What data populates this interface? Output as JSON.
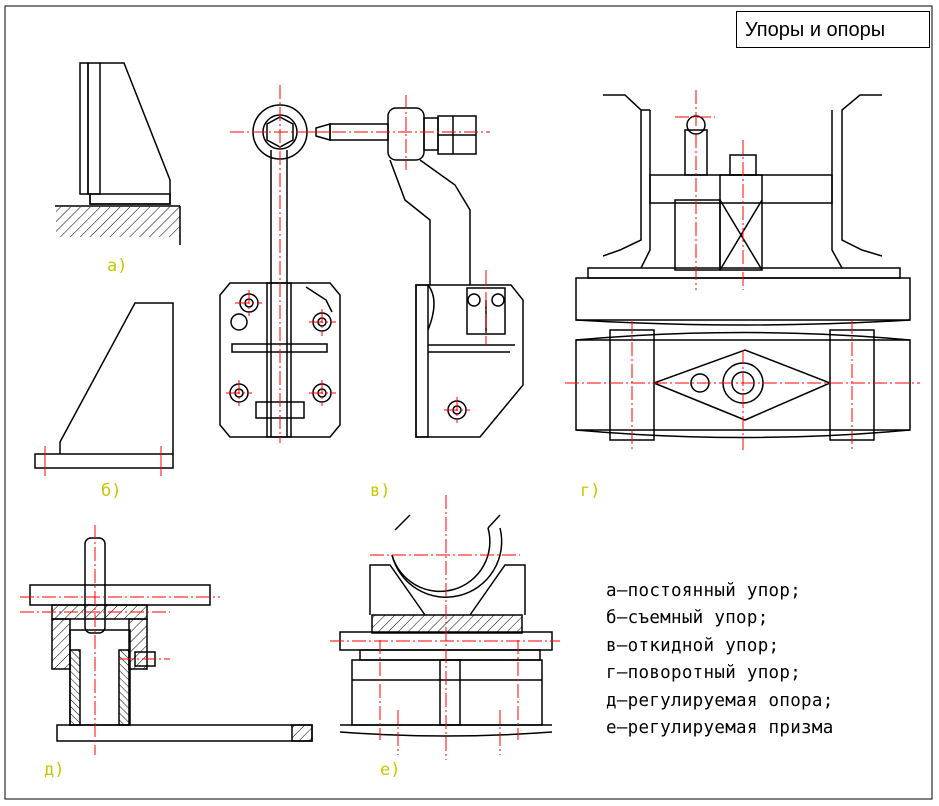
{
  "title": "Упоры и опоры",
  "labels": {
    "a": "а)",
    "b": "б)",
    "v": "в)",
    "g": "г)",
    "d": "д)",
    "e": "е)"
  },
  "legend": [
    "а–постоянный упор;",
    "б–съемный упор;",
    "в–откидной упор;",
    "г–поворотный упор;",
    "д–регулируемая опора;",
    "е–регулируемая призма"
  ],
  "colors": {
    "line": "#000000",
    "axis": "#ff0000",
    "label": "#c8c800",
    "background": "#ffffff"
  }
}
